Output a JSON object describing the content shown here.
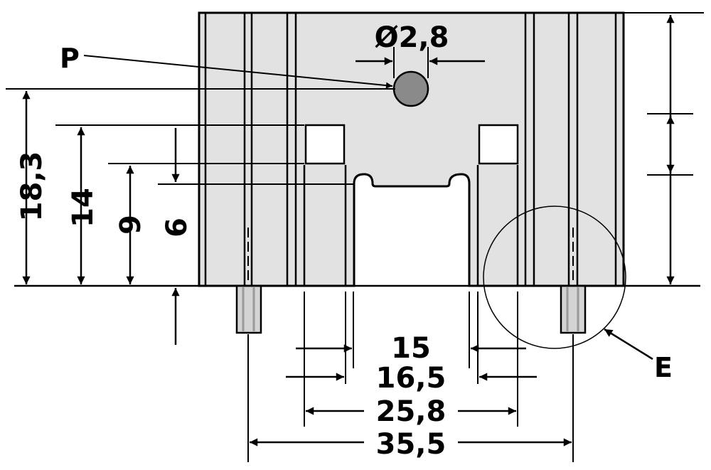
{
  "drawing": {
    "colors": {
      "body_fill": "#e2e2e2",
      "hole_fill": "#8a8a8a",
      "pin_fill": "#d4d4d4",
      "ink": "#000000",
      "paper": "#ffffff"
    },
    "labels": {
      "point_p": "P",
      "point_e": "E"
    },
    "dimensions": {
      "hole_diameter": "Ø2,8",
      "height_18_3": "18,3",
      "height_14": "14",
      "height_9": "9",
      "height_6": "6",
      "width_15": "15",
      "width_16_5": "16,5",
      "width_25_8": "25,8",
      "width_35_5": "35,5"
    }
  }
}
